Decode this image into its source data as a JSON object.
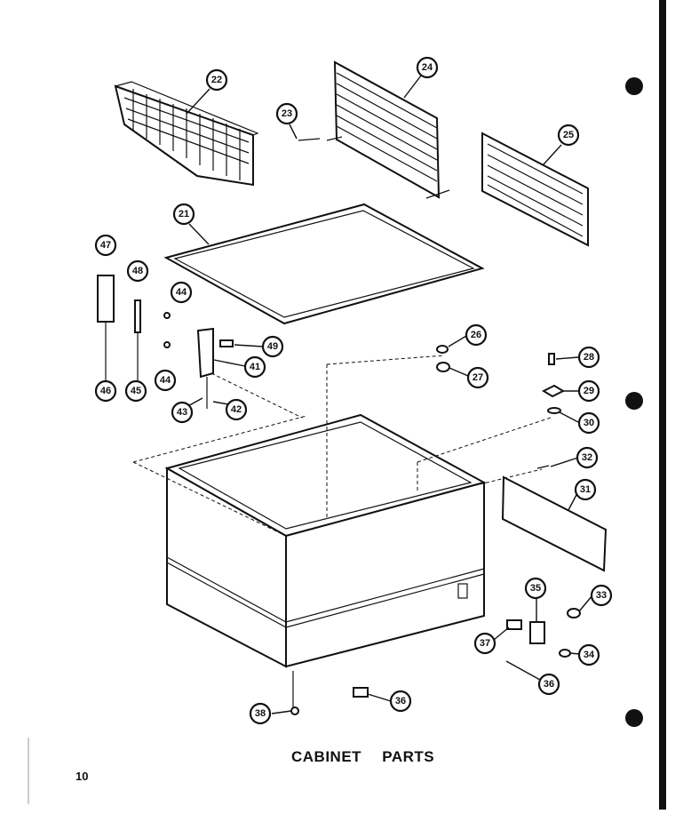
{
  "title": "CABINET PARTS",
  "page_number": "10",
  "callouts": [
    {
      "label": "22"
    },
    {
      "label": "24"
    },
    {
      "label": "23"
    },
    {
      "label": "25"
    },
    {
      "label": "21"
    },
    {
      "label": "47"
    },
    {
      "label": "48"
    },
    {
      "label": "44"
    },
    {
      "label": "49"
    },
    {
      "label": "41"
    },
    {
      "label": "44"
    },
    {
      "label": "46"
    },
    {
      "label": "45"
    },
    {
      "label": "43"
    },
    {
      "label": "42"
    },
    {
      "label": "26"
    },
    {
      "label": "27"
    },
    {
      "label": "28"
    },
    {
      "label": "29"
    },
    {
      "label": "30"
    },
    {
      "label": "32"
    },
    {
      "label": "31"
    },
    {
      "label": "35"
    },
    {
      "label": "33"
    },
    {
      "label": "37"
    },
    {
      "label": "34"
    },
    {
      "label": "36"
    },
    {
      "label": "36"
    },
    {
      "label": "38"
    }
  ]
}
